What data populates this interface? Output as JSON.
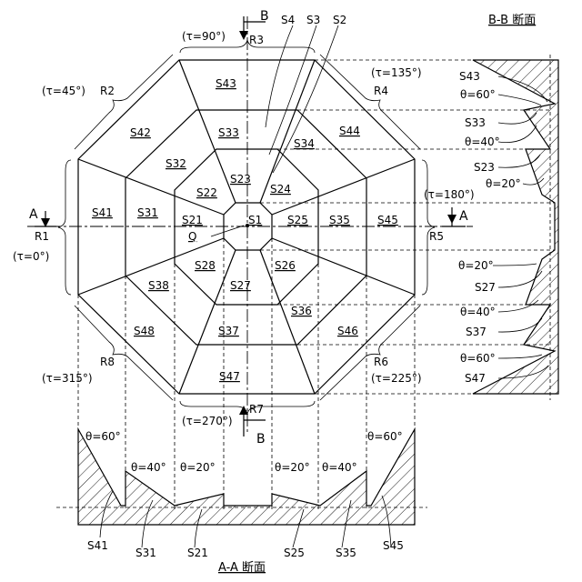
{
  "labels": {
    "B_top": "B",
    "B_bottom": "B",
    "A_left": "A",
    "A_right": "A",
    "S4": "S4",
    "S3": "S3",
    "S2": "S2",
    "R1": "R1",
    "R2": "R2",
    "R3": "R3",
    "R4": "R4",
    "R5": "R5",
    "R6": "R6",
    "R7": "R7",
    "R8": "R8",
    "tau_90": "(τ=90°)",
    "tau_45": "(τ=45°)",
    "tau_135": "(τ=135°)",
    "tau_180": "(τ=180°)",
    "tau_0": "(τ=0°)",
    "tau_315": "(τ=315°)",
    "tau_225": "(τ=225°)",
    "tau_270": "(τ=270°)",
    "S1": "S1",
    "Q": "Q",
    "S21": "S21",
    "S22": "S22",
    "S23": "S23",
    "S24": "S24",
    "S25": "S25",
    "S26": "S26",
    "S27": "S27",
    "S28": "S28",
    "S31": "S31",
    "S32": "S32",
    "S33": "S33",
    "S34": "S34",
    "S35": "S35",
    "S36": "S36",
    "S37": "S37",
    "S38": "S38",
    "S41": "S41",
    "S42": "S42",
    "S43": "S43",
    "S44": "S44",
    "S45": "S45",
    "S46": "S46",
    "S47": "S47",
    "S48": "S48",
    "bb_title": "B-B 断面",
    "bb_S43": "S43",
    "bb_th60a": "θ=60°",
    "bb_S33": "S33",
    "bb_th40a": "θ=40°",
    "bb_S23": "S23",
    "bb_th20a": "θ=20°",
    "bb_th20b": "θ=20°",
    "bb_S27": "S27",
    "bb_th40b": "θ=40°",
    "bb_S37": "S37",
    "bb_th60b": "θ=60°",
    "bb_S47": "S47",
    "aa_title": "A-A 断面",
    "aa_th60l": "θ=60°",
    "aa_th40l": "θ=40°",
    "aa_th20l": "θ=20°",
    "aa_th20r": "θ=20°",
    "aa_th40r": "θ=40°",
    "aa_th60r": "θ=60°",
    "aa_S41": "S41",
    "aa_S31": "S31",
    "aa_S21": "S21",
    "aa_S25": "S25",
    "aa_S35": "S35",
    "aa_S45": "S45"
  }
}
